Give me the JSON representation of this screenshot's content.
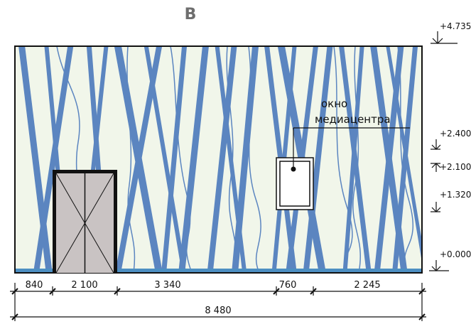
{
  "section_letter": "В",
  "window_label": {
    "line1": "окно",
    "line2": "медиацентра"
  },
  "elevations": [
    "+4.735",
    "+2.400",
    "+2.100",
    "+1.320",
    "+0.000"
  ],
  "dimensions": {
    "segments": [
      "840",
      "2 100",
      "3 340",
      "760",
      "2 245"
    ],
    "total": "8 480"
  },
  "colors": {
    "wall_background": "#f1f6ea",
    "pattern_stripe": "#5b85c0",
    "floor_strip": "#4d8fc2",
    "door_fill": "#c9c3c3",
    "outline": "#111111"
  }
}
